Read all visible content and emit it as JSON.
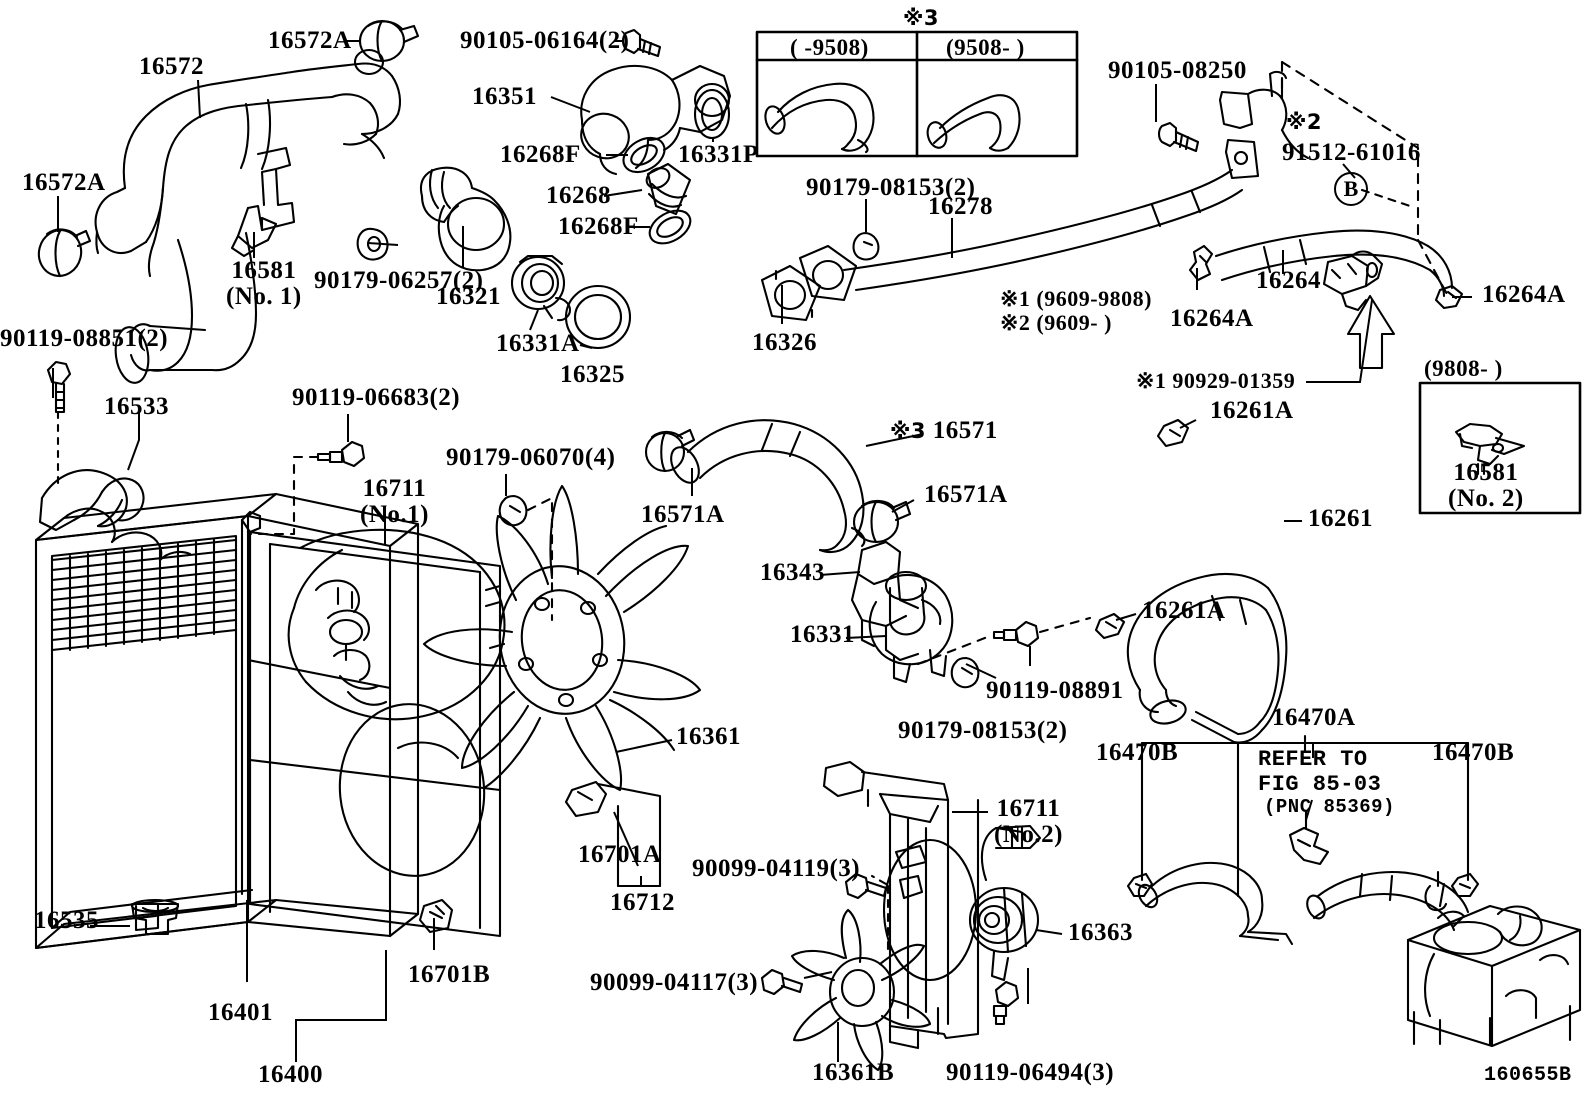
{
  "diagram": {
    "title": "Radiator & Water Outlet",
    "sheet_code": "160655B",
    "line_color": "#000000",
    "background": "#ffffff"
  },
  "notes": {
    "note1": "※1 (9609-9808)",
    "note2": "※2 (9609-      )",
    "note1_part": "※1 90929-01359"
  },
  "inset_top": {
    "marker": "※3",
    "col_left": "(      -9508)",
    "col_right": "(9508-        )"
  },
  "inset_bottom": {
    "header": "(9808-          )",
    "part_no": "16581",
    "qualifier": "(No. 2)"
  },
  "reference": {
    "line1": "REFER TO",
    "line2": "FIG 85-03",
    "line3": "(PNC 85369)"
  },
  "labels": [
    {
      "id": "l-16572",
      "text": "16572"
    },
    {
      "id": "l-16572a-top",
      "text": "16572A"
    },
    {
      "id": "l-16572a-left",
      "text": "16572A"
    },
    {
      "id": "l-16581-1",
      "text": "16581"
    },
    {
      "id": "l-16581-1-sub",
      "text": "(No. 1)"
    },
    {
      "id": "l-90179-06257",
      "text": "90179-06257(2)"
    },
    {
      "id": "l-16321",
      "text": "16321"
    },
    {
      "id": "l-16331a",
      "text": "16331A"
    },
    {
      "id": "l-16325",
      "text": "16325"
    },
    {
      "id": "l-90105-06164",
      "text": "90105-06164(2)"
    },
    {
      "id": "l-16351",
      "text": "16351"
    },
    {
      "id": "l-16268f-top",
      "text": "16268F"
    },
    {
      "id": "l-16268",
      "text": "16268"
    },
    {
      "id": "l-16268f-bot",
      "text": "16268F"
    },
    {
      "id": "l-16331p",
      "text": "16331P"
    },
    {
      "id": "l-90179-08153a",
      "text": "90179-08153(2)"
    },
    {
      "id": "l-16278",
      "text": "16278"
    },
    {
      "id": "l-16326",
      "text": "16326"
    },
    {
      "id": "l-90105-08250",
      "text": "90105-08250"
    },
    {
      "id": "l-91512-61016",
      "text": "91512-61016"
    },
    {
      "id": "l-mark2",
      "text": "※2"
    },
    {
      "id": "l-circle-b",
      "text": "B"
    },
    {
      "id": "l-16264",
      "text": "16264"
    },
    {
      "id": "l-16264a-left",
      "text": "16264A"
    },
    {
      "id": "l-16264a-right",
      "text": "16264A"
    },
    {
      "id": "l-90929-01359",
      "text": "※1 90929-01359"
    },
    {
      "id": "l-16261a-top",
      "text": "16261A"
    },
    {
      "id": "l-16261",
      "text": "16261"
    },
    {
      "id": "l-16261a-bot",
      "text": "16261A"
    },
    {
      "id": "l-90119-08851",
      "text": "90119-08851(2)"
    },
    {
      "id": "l-16533",
      "text": "16533"
    },
    {
      "id": "l-90119-06683",
      "text": "90119-06683(2)"
    },
    {
      "id": "l-16711-1",
      "text": "16711"
    },
    {
      "id": "l-16711-1-sub",
      "text": "(No.1)"
    },
    {
      "id": "l-90179-06070",
      "text": "90179-06070(4)"
    },
    {
      "id": "l-16571a-left",
      "text": "16571A"
    },
    {
      "id": "l-16571",
      "text": "16571"
    },
    {
      "id": "l-16571a-right",
      "text": "16571A"
    },
    {
      "id": "l-16343",
      "text": "16343"
    },
    {
      "id": "l-16331",
      "text": "16331"
    },
    {
      "id": "l-90119-08891",
      "text": "90119-08891"
    },
    {
      "id": "l-90179-08153b",
      "text": "90179-08153(2)"
    },
    {
      "id": "l-16361",
      "text": "16361"
    },
    {
      "id": "l-16701a",
      "text": "16701A"
    },
    {
      "id": "l-16712",
      "text": "16712"
    },
    {
      "id": "l-16535",
      "text": "16535"
    },
    {
      "id": "l-16401",
      "text": "16401"
    },
    {
      "id": "l-16400",
      "text": "16400"
    },
    {
      "id": "l-16701b",
      "text": "16701B"
    },
    {
      "id": "l-90099-04119",
      "text": "90099-04119(3)"
    },
    {
      "id": "l-90099-04117",
      "text": "90099-04117(3)"
    },
    {
      "id": "l-16711-2",
      "text": "16711"
    },
    {
      "id": "l-16711-2-sub",
      "text": "(No.2)"
    },
    {
      "id": "l-16363",
      "text": "16363"
    },
    {
      "id": "l-16361b",
      "text": "16361B"
    },
    {
      "id": "l-90119-06494",
      "text": "90119-06494(3)"
    },
    {
      "id": "l-16470a",
      "text": "16470A"
    },
    {
      "id": "l-16470b-left",
      "text": "16470B"
    },
    {
      "id": "l-16470b-right",
      "text": "16470B"
    }
  ]
}
